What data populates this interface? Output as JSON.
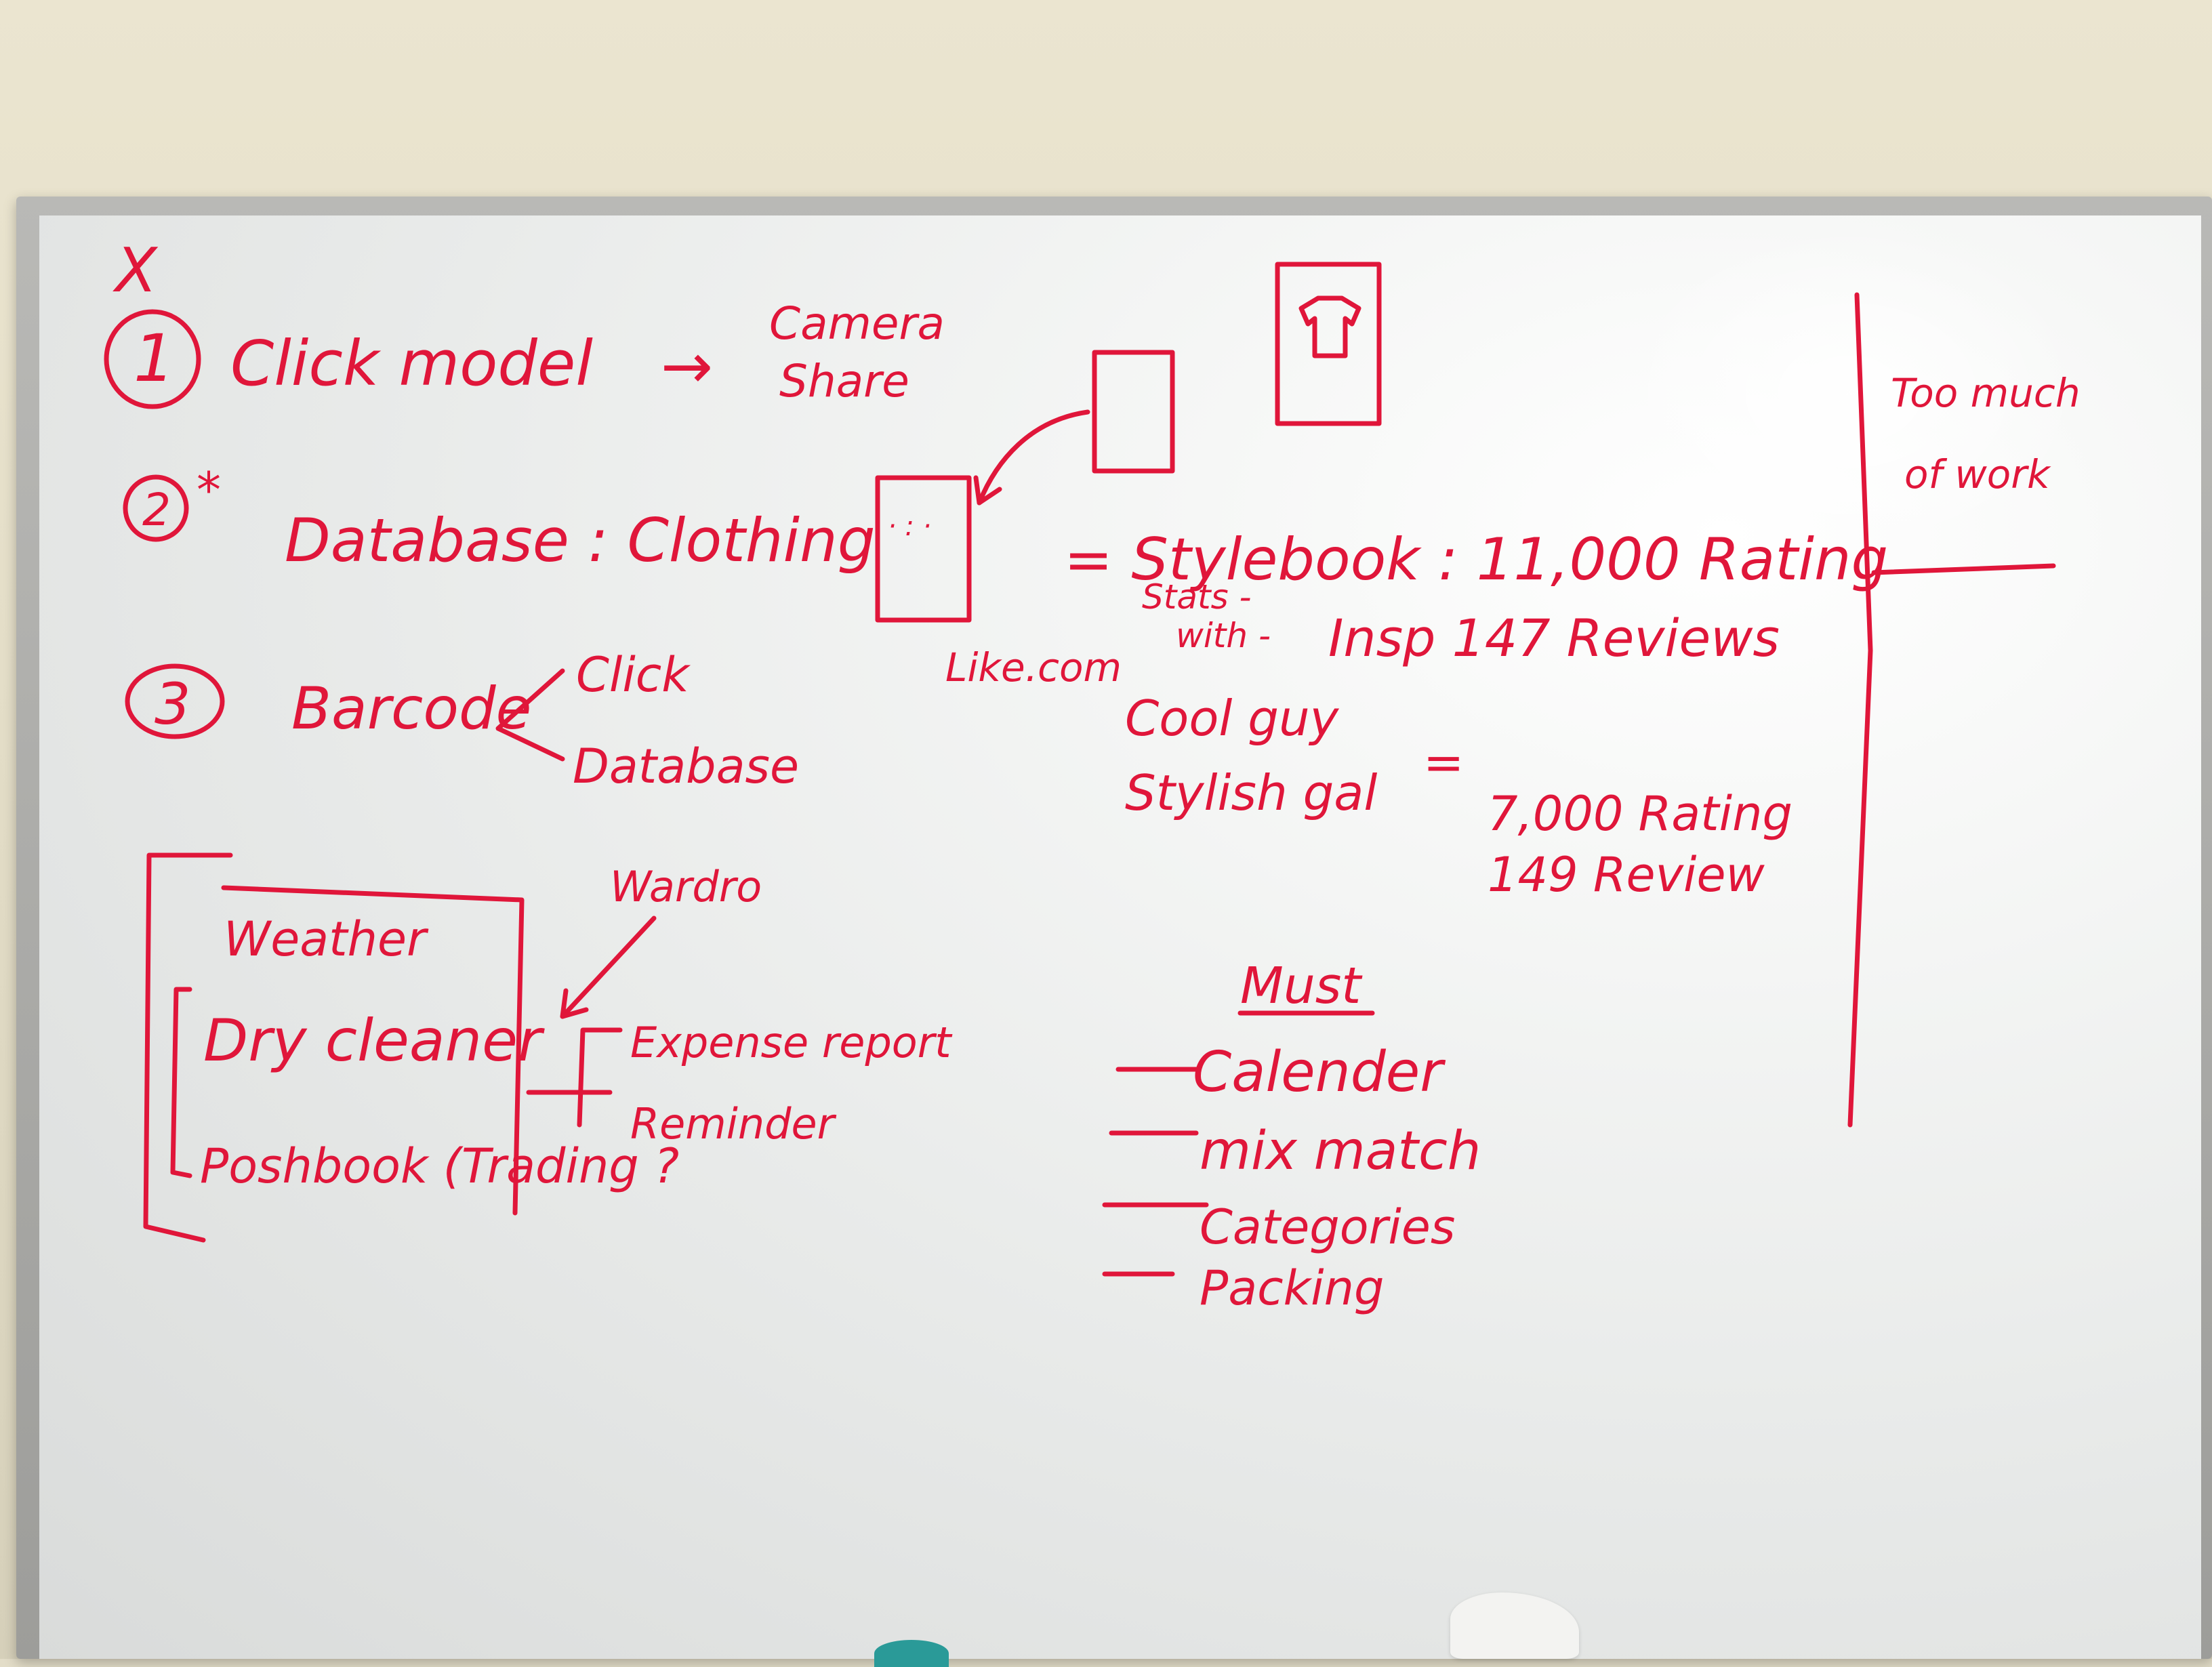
{
  "board": {
    "ink_color": "#e0163a",
    "cross_mark": "X",
    "item1": {
      "number": "1",
      "text": "Click model",
      "arrow": "→",
      "result_line1": "Camera",
      "result_line2": "Share"
    },
    "item2": {
      "number": "2",
      "asterisk": "*",
      "text": "Database : Clothing",
      "label_under_phone": "Like.com"
    },
    "item3": {
      "number": "3",
      "text": "Barcode",
      "branch1": "Click",
      "branch2": "Database"
    },
    "stats": {
      "line1": "= Stylebook : 11,000 Rating",
      "line2a": "Stats -",
      "line2b": "with -",
      "line2c": "Insp 147 Reviews",
      "line3": "Cool guy",
      "line4": "Stylish gal",
      "line4_eq": "=",
      "line5": "7,000 Rating",
      "line6": "149 Review"
    },
    "box": {
      "weather": "Weather",
      "dry_clean": "Dry cleaner",
      "poshbook": "Poshbook (Trading ?",
      "wardrobe_note": "Wardro",
      "expense": "Expense report",
      "reminder": "Reminder"
    },
    "side_note": {
      "line1": "Too much",
      "line2": "of work"
    },
    "must": {
      "heading": "Must",
      "items": [
        "Calender",
        "mix match",
        "Categories",
        "Packing"
      ]
    }
  }
}
